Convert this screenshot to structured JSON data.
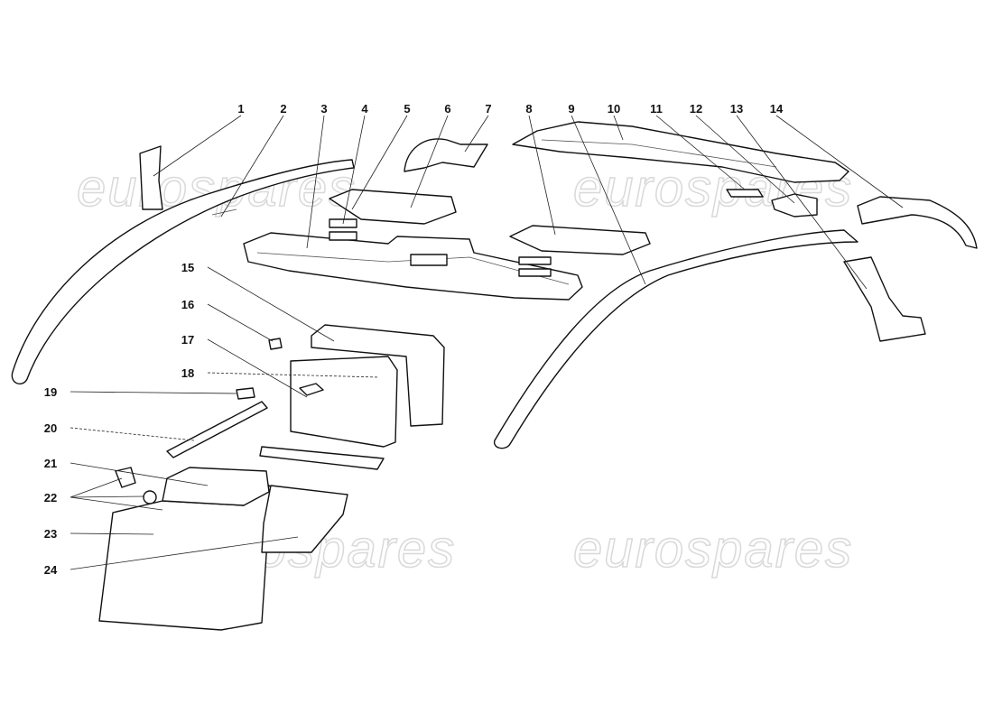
{
  "diagram": {
    "watermark": "eurospares",
    "callouts": [
      "1",
      "2",
      "3",
      "4",
      "5",
      "6",
      "7",
      "8",
      "9",
      "10",
      "11",
      "12",
      "13",
      "14",
      "15",
      "16",
      "17",
      "18",
      "19",
      "20",
      "21",
      "22",
      "23",
      "24"
    ]
  }
}
